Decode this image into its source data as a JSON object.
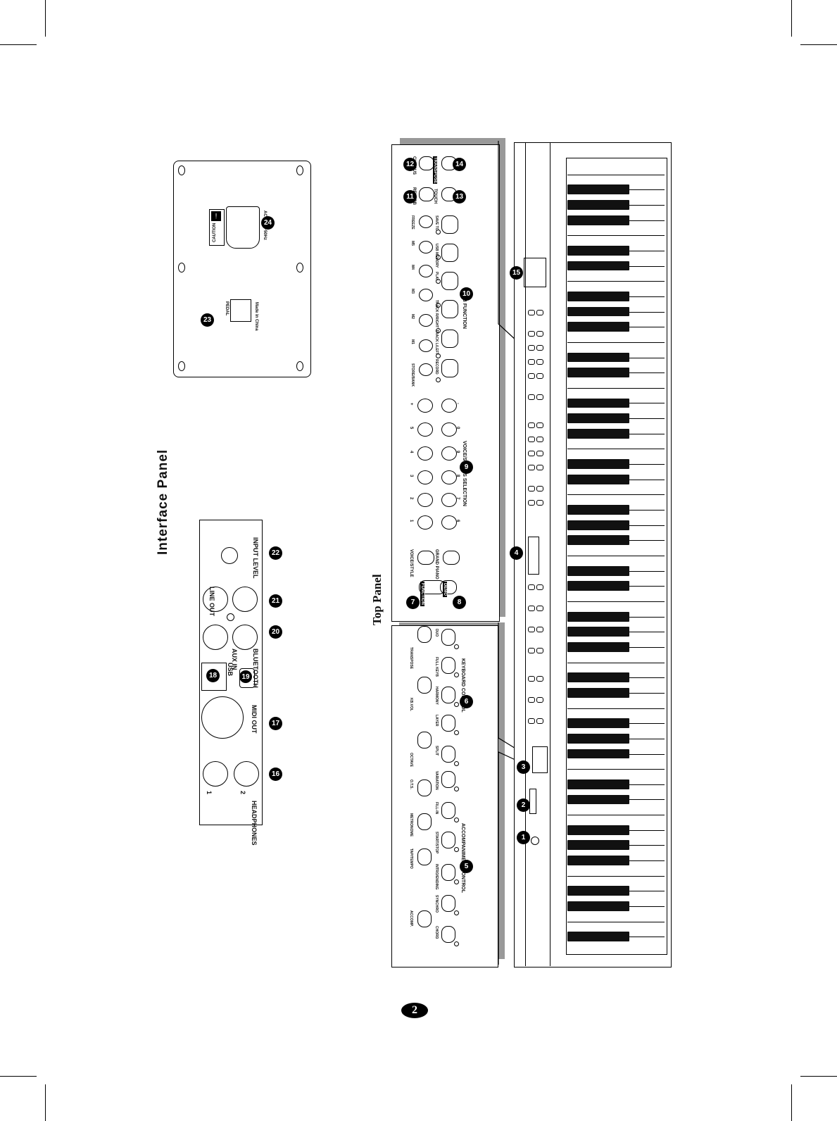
{
  "page_number": "2",
  "interface_panel": {
    "title": "Interface Panel",
    "jack_panel": {
      "headphones_label": "HEADPHONES",
      "headphone_1": "1",
      "headphone_2": "2",
      "midi_out": "MIDI OUT",
      "usb": "USB",
      "bluetooth": "BLUETOOTH",
      "aux_in": "AUX IN",
      "line_out": "LINE OUT",
      "input_level": "INPUT LEVEL"
    },
    "power_panel": {
      "pedal": "PEDAL",
      "made_in": "Made in China",
      "caution": "CAUTION",
      "power_spec": "AC 230V~50Hz"
    },
    "callouts": {
      "headphones": "16",
      "midi_out": "17",
      "usb": "18",
      "bluetooth": "19",
      "aux_in": "20",
      "line_out": "21",
      "input_level": "22",
      "pedal": "23",
      "power": "24"
    }
  },
  "top_panel": {
    "title": "Top Panel",
    "callouts": {
      "power": "1",
      "volume": "2",
      "tempo": "3",
      "display": "4",
      "accompaniment": "5",
      "keyboard": "6",
      "function": "7",
      "demo": "8",
      "voice_styles": "9",
      "usb_function": "10",
      "reverb": "11",
      "chorus": "12",
      "touch": "13",
      "transpose_btn": "14",
      "usb_port": "15"
    },
    "accompaniment_control": {
      "section_label": "ACCOMPANIMENT CONTROL",
      "top_row": [
        "ACCOMP.",
        "TAP/TEMPO",
        "METRONOME",
        "O.T.S."
      ],
      "bottom_row": [
        "CHORD",
        "SYNCHRO",
        "INTRO/ENDING",
        "START/STOP",
        "FILL-IN",
        "VARIATION"
      ]
    },
    "keyboard_control": {
      "section_label": "KEYBOARD CONTROL",
      "top_row": [
        "OCTAVE",
        "KB.VOL",
        "TRANSPOSE"
      ],
      "bottom_row": [
        "SPLIT",
        "LAYER",
        "HARMONY",
        "FULL KEYB",
        "DUO"
      ]
    },
    "voice_styles_selection": {
      "section_label": "VOICE/STYLES SELECTION",
      "top_row": [
        "VOICE/STYLE",
        "1",
        "2",
        "3",
        "4",
        "5",
        "+"
      ],
      "bottom_row": [
        "GRAND PIANO",
        "6",
        "7",
        "8",
        "9",
        "0",
        "-"
      ]
    },
    "left_buttons": {
      "function": "FUNCTION",
      "demo": "DEMO"
    },
    "usb_function": {
      "section_label": "USB FUNCTION",
      "top_row": [
        "STORE/BANK",
        "M1",
        "M2",
        "M3",
        "M4",
        "M5",
        "FREEZE"
      ],
      "bottom_row": [
        "RECORD",
        "TRACK L/LEFT",
        "TRACK R/RIGHT",
        "PLAY",
        "USB MEMORY",
        "SAVE TO"
      ]
    },
    "effects": {
      "reverb": "REVERB",
      "chorus": "CHORUS",
      "touch": "TOUCH",
      "transpose": "TRANSPOSE"
    }
  }
}
